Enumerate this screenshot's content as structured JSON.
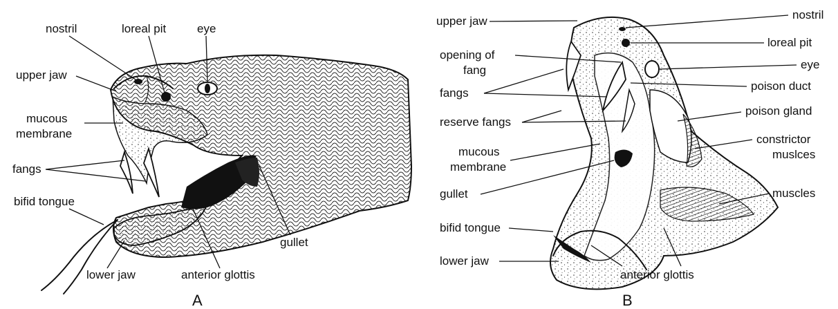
{
  "panel_a": {
    "letter": "A",
    "labels": {
      "nostril": "nostril",
      "loreal_pit": "loreal pit",
      "eye": "eye",
      "upper_jaw": "upper jaw",
      "mucous_1": "mucous",
      "mucous_2": "membrane",
      "fangs": "fangs",
      "bifid_tongue": "bifid tongue",
      "gullet": "gullet",
      "lower_jaw": "lower jaw",
      "anterior_glottis": "anterior glottis"
    }
  },
  "panel_b": {
    "letter": "B",
    "labels": {
      "upper_jaw": "upper jaw",
      "nostril": "nostril",
      "loreal_pit": "loreal pit",
      "opening_1": "opening of",
      "opening_2": "fang",
      "eye": "eye",
      "fangs": "fangs",
      "poison_duct": "poison duct",
      "reserve_fangs": "reserve fangs",
      "poison_gland": "poison gland",
      "mucous_1": "mucous",
      "mucous_2": "membrane",
      "constrictor_1": "constrictor",
      "constrictor_2": "muslces",
      "gullet": "gullet",
      "muscles": "muscles",
      "bifid_tongue": "bifid tongue",
      "lower_jaw": "lower jaw",
      "anterior_glottis": "anterior glottis"
    }
  }
}
